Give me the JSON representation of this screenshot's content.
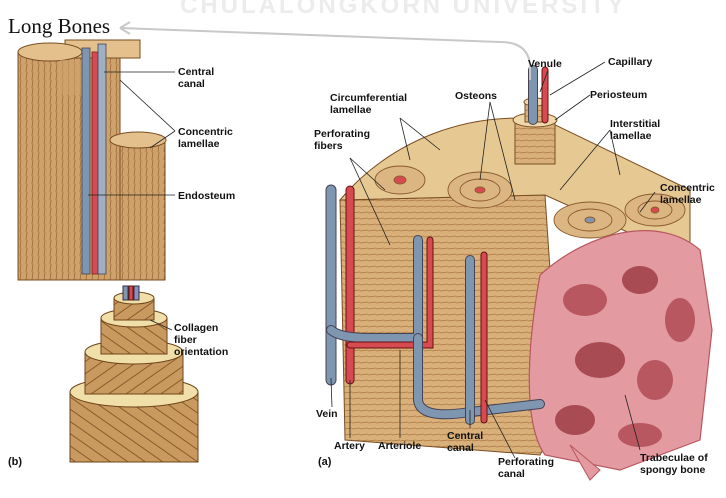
{
  "title": "Long Bones",
  "watermark": "CHULALONGKORN UNIVERSITY",
  "panel_b": {
    "tag": "(b)",
    "labels": {
      "central_canal": "Central\ncanal",
      "concentric_lamellae": "Concentric\nlamellae",
      "endosteum": "Endosteum",
      "collagen": "Collagen\nfiber\norientation"
    }
  },
  "panel_a": {
    "tag": "(a)",
    "labels": {
      "venule": "Venule",
      "capillary": "Capillary",
      "periosteum": "Periosteum",
      "osteons": "Osteons",
      "circumferential_lamellae": "Circumferential\nlamellae",
      "interstitial_lamellae": "Interstitial\nlamellae",
      "perforating_fibers": "Perforating\nfibers",
      "concentric_lamellae": "Concentric\nlamellae",
      "vein": "Vein",
      "artery": "Artery",
      "arteriole": "Arteriole",
      "central_canal": "Central\ncanal",
      "perforating_canal": "Perforating\ncanal",
      "trabeculae": "Trabeculae of\nspongy bone"
    }
  },
  "colors": {
    "bone": "#d9b07a",
    "bone_dark": "#a9773f",
    "lamella_line": "#8a5a2a",
    "vein": "#7f96b0",
    "artery": "#d64b52",
    "spongy": "#e39aa0",
    "spongy_dark": "#b8575f",
    "pale": "#f3e6cf"
  }
}
